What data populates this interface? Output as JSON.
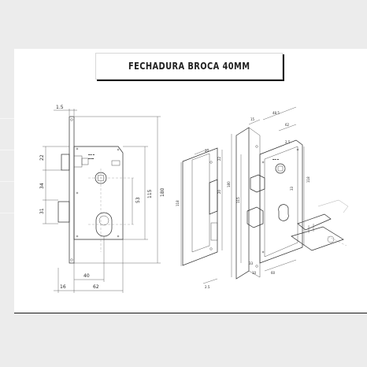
{
  "title": "FECHADURA BROCA 40MM",
  "colors": {
    "line": "#2a2a2a",
    "sheet": "#ffffff",
    "background": "#ececec"
  },
  "front_view": {
    "dims": {
      "faceplate_thickness": "1.5",
      "top_to_latch": "22",
      "latch_to_spindle": "34",
      "spindle_to_cylinder": "31",
      "spindle_to_cylinder_center": "53",
      "case_height": "115",
      "faceplate_height": "180",
      "backset": "40",
      "case_depth": "62",
      "faceplate_width": "16"
    }
  },
  "iso_view": {
    "dims": {
      "a": "20",
      "b": "118",
      "c": "22",
      "d": "180",
      "e": "20",
      "f": "115",
      "g": "2.5",
      "h": "15",
      "i": "62",
      "j": "48.5",
      "k": "118",
      "l": "2.5",
      "m": "33",
      "n": "33",
      "o": "10",
      "p": "60"
    }
  }
}
